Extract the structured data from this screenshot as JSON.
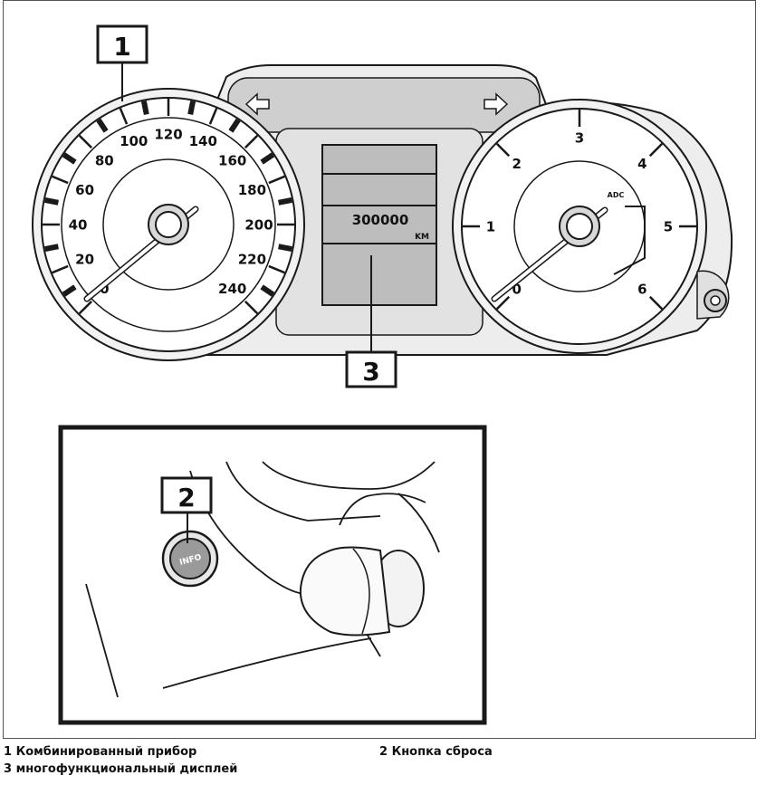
{
  "callouts": {
    "c1": "1",
    "c2": "2",
    "c3": "3"
  },
  "speedometer": {
    "ticks": [
      "0",
      "20",
      "40",
      "60",
      "80",
      "100",
      "120",
      "140",
      "160",
      "180",
      "200",
      "220",
      "240"
    ]
  },
  "tachometer": {
    "ticks": [
      "0",
      "1",
      "2",
      "3",
      "4",
      "5",
      "6"
    ],
    "adc_label": "ADC"
  },
  "display": {
    "odometer": "300000",
    "unit": "KM"
  },
  "button": {
    "label": "INFO"
  },
  "captions": {
    "item1": "1 Комбинированный прибор",
    "item2": "2 Кнопка сброса",
    "item3": "3 многофункциональный дисплей"
  },
  "colors": {
    "display_bg": "#bdbdbd",
    "panel_bg": "#e8e8e8",
    "line": "#1a1a1a"
  }
}
